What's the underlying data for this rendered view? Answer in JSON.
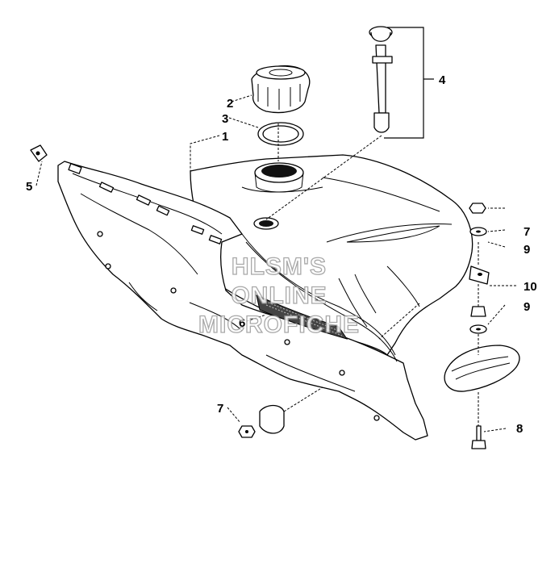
{
  "callouts": {
    "c1": "1",
    "c2": "2",
    "c3": "3",
    "c4": "4",
    "c5": "5",
    "c6": "6",
    "c7a": "7",
    "c7b": "7",
    "c8": "8",
    "c9a": "9",
    "c9b": "9",
    "c10": "10"
  },
  "watermark": {
    "line1": "HLSM'S",
    "line2": "ONLINE",
    "line3": "MICROFICHE"
  }
}
